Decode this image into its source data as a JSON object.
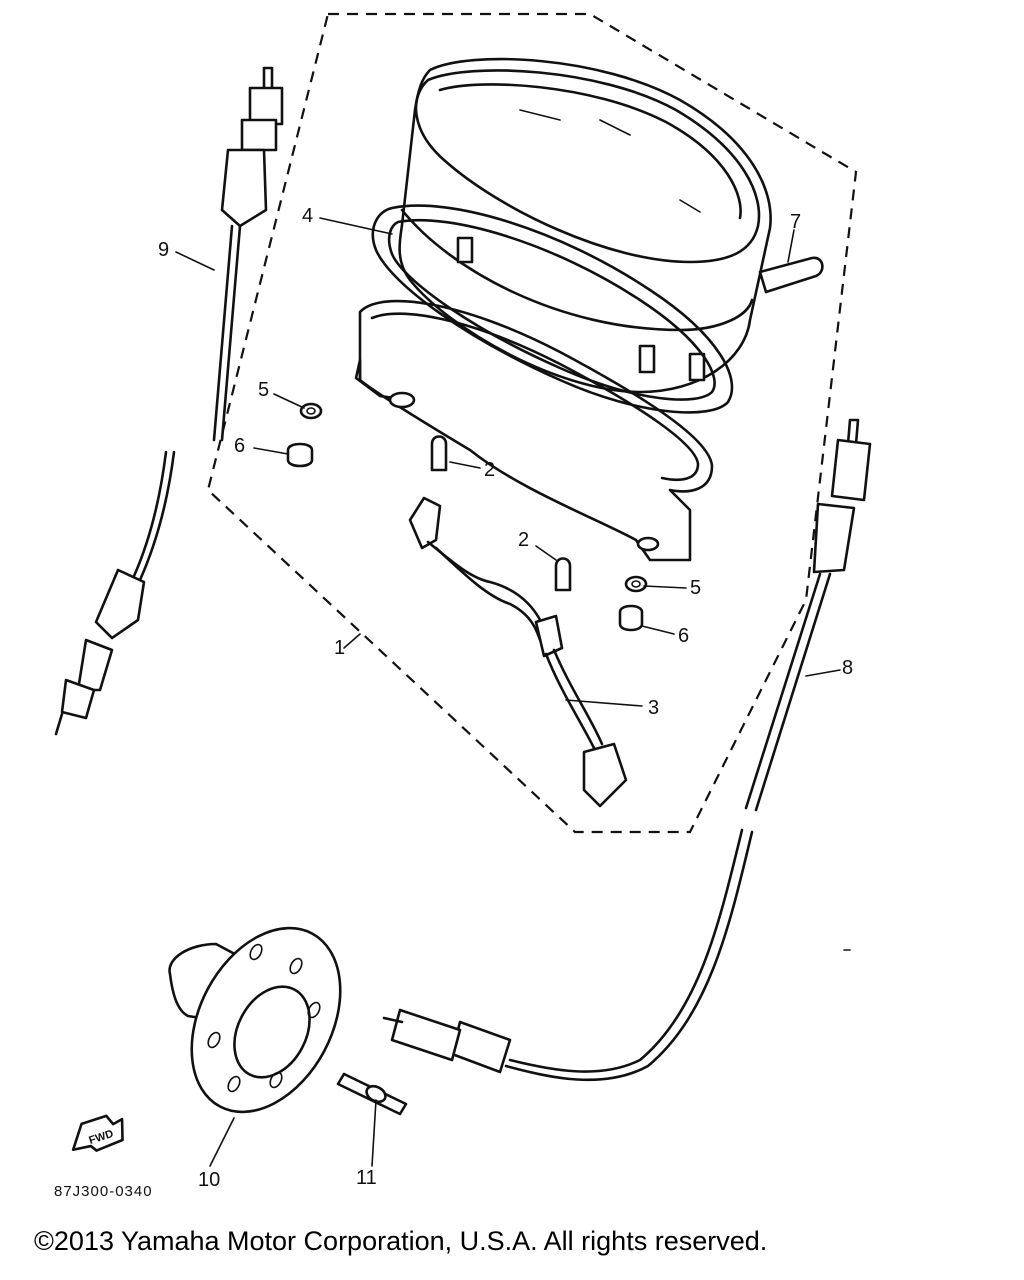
{
  "diagram": {
    "callouts": {
      "c1": "1",
      "c2a": "2",
      "c2b": "2",
      "c3": "3",
      "c4": "4",
      "c5a": "5",
      "c5b": "5",
      "c6a": "6",
      "c6b": "6",
      "c7": "7",
      "c8": "8",
      "c9": "9",
      "c10": "10",
      "c11": "11"
    },
    "fwd_label": "FWD",
    "drawing_code": "87J300-0340"
  },
  "footer": {
    "copyright": "©2013 Yamaha Motor Corporation, U.S.A. All rights reserved."
  }
}
